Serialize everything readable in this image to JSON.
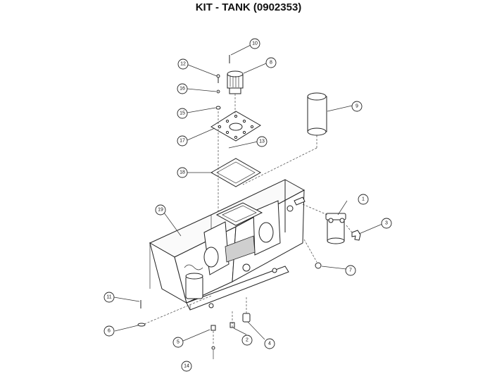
{
  "title": "KIT - TANK (0902353)",
  "callouts": {
    "c1": "1",
    "c2": "2",
    "c3": "3",
    "c4": "4",
    "c5": "5",
    "c6": "6",
    "c7": "7",
    "c8": "8",
    "c9": "9",
    "c10": "10",
    "c11": "11",
    "c12": "12",
    "c13": "13",
    "c14": "14",
    "c15": "15",
    "c16": "16",
    "c17": "17",
    "c18": "18",
    "c19": "19"
  }
}
